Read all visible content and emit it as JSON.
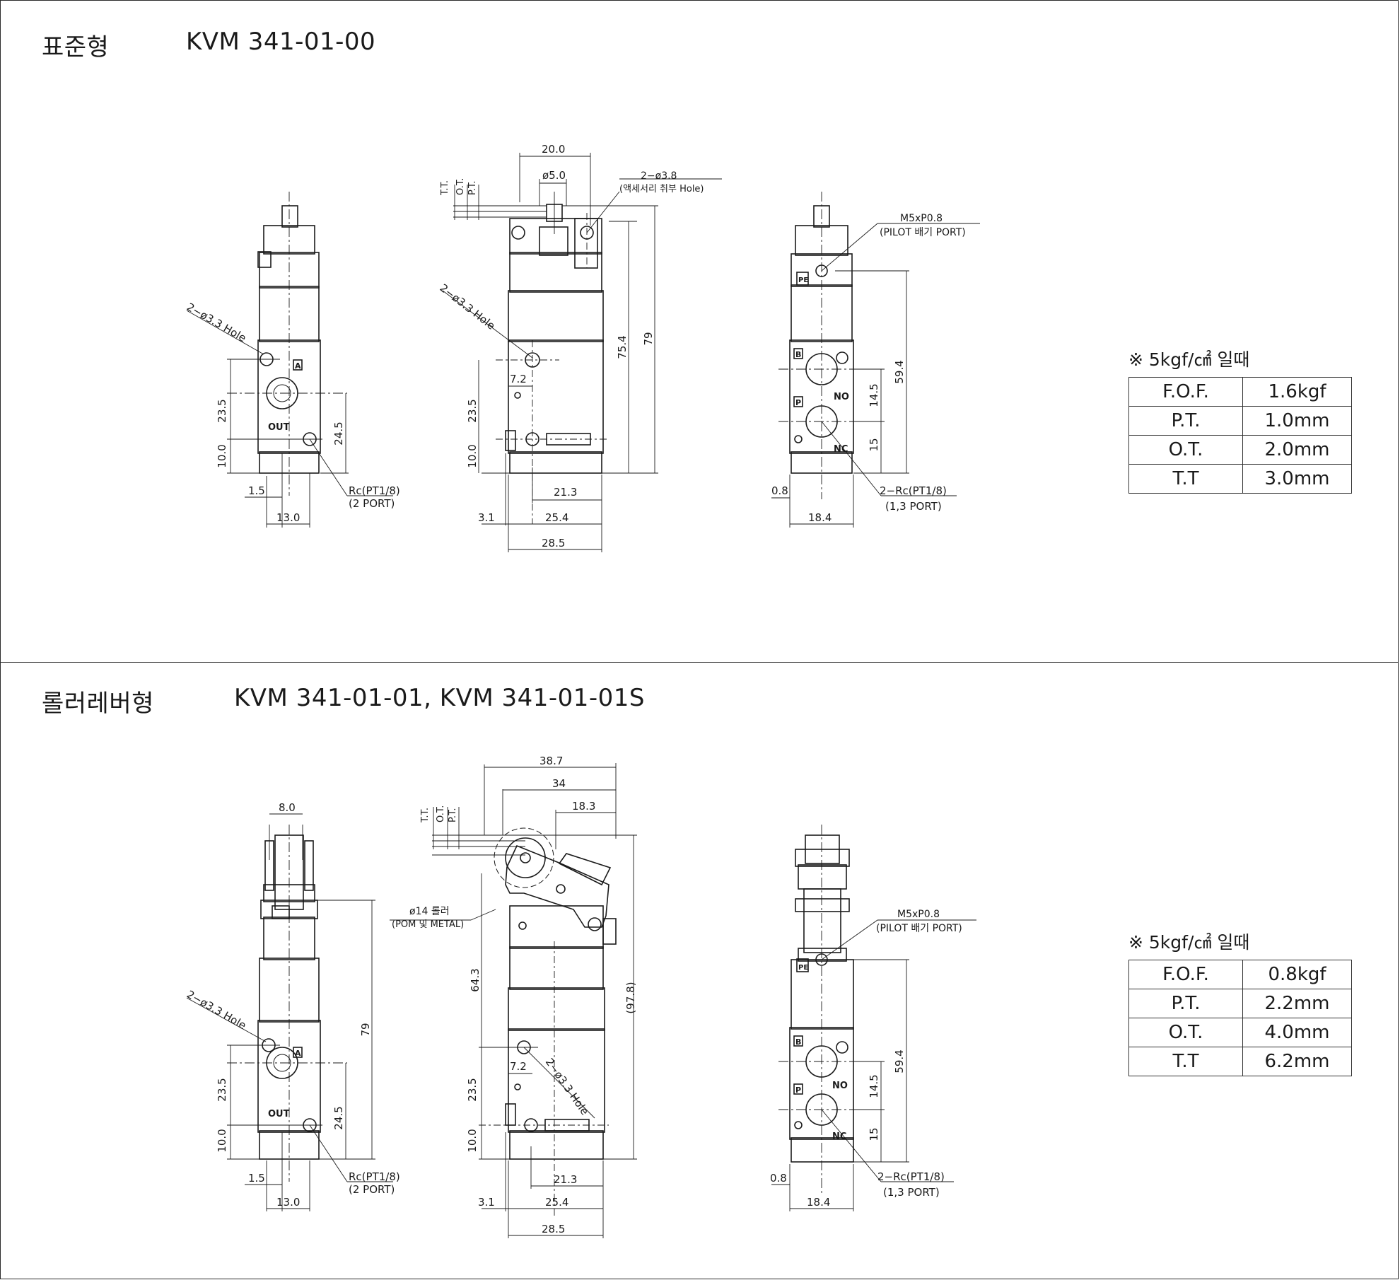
{
  "sections": [
    {
      "type_label": "표준형",
      "model": "KVM 341-01-00",
      "spec_note": "※ 5kgf/㎠ 일때",
      "specs": [
        {
          "key": "F.O.F.",
          "value": "1.6kgf"
        },
        {
          "key": "P.T.",
          "value": "1.0mm"
        },
        {
          "key": "O.T.",
          "value": "2.0mm"
        },
        {
          "key": "T.T",
          "value": "3.0mm"
        }
      ],
      "labels": {
        "hole_side": "2−ø3.3 Hole",
        "dim_23_5": "23.5",
        "dim_10": "10.0",
        "dim_24_5": "24.5",
        "dim_1_5": "1.5",
        "dim_13": "13.0",
        "port_rc": "Rc(PT1/8)",
        "port_rc_sub": "(2 PORT)",
        "out": "OUT",
        "a": "A",
        "tt": "T.T.",
        "ot": "O.T.",
        "pt": "P.T.",
        "dim_20": "20.0",
        "dim_phi5": "ø5.0",
        "acc_hole": "2−ø3.8",
        "acc_hole_sub": "(액세서리 취부 Hole)",
        "hole_front": "2−ø3.3 Hole",
        "dim_7_2": "7.2",
        "dim_23_5b": "23.5",
        "dim_10b": "10.0",
        "dim_75_4": "75.4",
        "dim_79": "79",
        "dim_21_3": "21.3",
        "dim_3_1": "3.1",
        "dim_25_4": "25.4",
        "dim_28_5": "28.5",
        "pilot": "M5xP0.8",
        "pilot_sub": "(PILOT 배기 PORT)",
        "pe": "PE",
        "b": "B",
        "p": "P",
        "no": "NO",
        "nc": "NC",
        "dim_59_4": "59.4",
        "dim_14_5": "14.5",
        "dim_15": "15",
        "dim_0_8": "0.8",
        "dim_18_4": "18.4",
        "port_rc2": "2−Rc(PT1/8)",
        "port_rc2_sub": "(1,3 PORT)"
      }
    },
    {
      "type_label": "롤러레버형",
      "model": "KVM 341-01-01, KVM 341-01-01S",
      "spec_note": "※ 5kgf/㎠ 일때",
      "specs": [
        {
          "key": "F.O.F.",
          "value": "0.8kgf"
        },
        {
          "key": "P.T.",
          "value": "2.2mm"
        },
        {
          "key": "O.T.",
          "value": "4.0mm"
        },
        {
          "key": "T.T",
          "value": "6.2mm"
        }
      ],
      "labels": {
        "dim_8": "8.0",
        "hole_side": "2−ø3.3 Hole",
        "dim_79": "79",
        "dim_23_5": "23.5",
        "dim_10": "10.0",
        "dim_24_5": "24.5",
        "dim_1_5": "1.5",
        "dim_13": "13.0",
        "port_rc": "Rc(PT1/8)",
        "port_rc_sub": "(2 PORT)",
        "out": "OUT",
        "a": "A",
        "dim_38_7": "38.7",
        "dim_34": "34",
        "dim_18_3": "18.3",
        "tt": "T.T.",
        "ot": "O.T.",
        "pt": "P.T.",
        "roller": "ø14 롤러",
        "roller_sub": "(POM 및 METAL)",
        "dim_64_3": "64.3",
        "dim_97_8": "(97.8)",
        "dim_7_2": "7.2",
        "hole_front": "2−ø3.3 Hole",
        "dim_23_5b": "23.5",
        "dim_10b": "10.0",
        "dim_21_3": "21.3",
        "dim_3_1": "3.1",
        "dim_25_4": "25.4",
        "dim_28_5": "28.5",
        "pilot": "M5xP0.8",
        "pilot_sub": "(PILOT 배기 PORT)",
        "pe": "PE",
        "b": "B",
        "p": "P",
        "no": "NO",
        "nc": "NC",
        "dim_59_4": "59.4",
        "dim_14_5": "14.5",
        "dim_15": "15",
        "dim_0_8": "0.8",
        "dim_18_4": "18.4",
        "port_rc2": "2−Rc(PT1/8)",
        "port_rc2_sub": "(1,3 PORT)"
      }
    }
  ]
}
